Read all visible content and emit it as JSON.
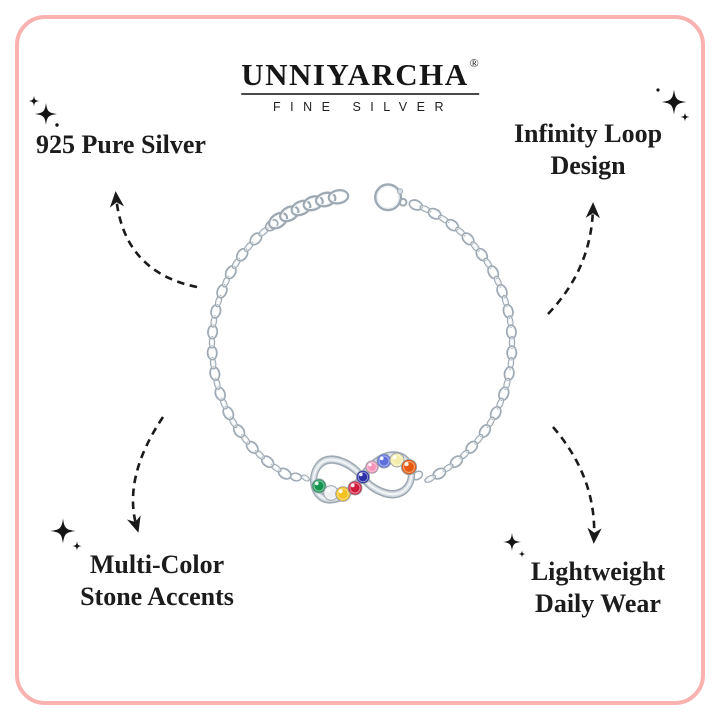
{
  "brand": {
    "name": "UNNIYARCHA",
    "registered_mark": "®",
    "tagline": "FINE SILVER"
  },
  "features": [
    {
      "id": "pure-silver",
      "lines": [
        "925 Pure Silver",
        ""
      ]
    },
    {
      "id": "infinity-loop",
      "lines": [
        "Infinity Loop",
        "Design"
      ]
    },
    {
      "id": "stone-accents",
      "lines": [
        "Multi-Color",
        "Stone Accents"
      ]
    },
    {
      "id": "daily-wear",
      "lines": [
        "Lightweight",
        "Daily Wear"
      ]
    }
  ],
  "product": {
    "type": "silver chain bracelet with infinity charm",
    "charm": "infinity-symbol",
    "stones": [
      {
        "name": "green",
        "hex": "#14934F"
      },
      {
        "name": "white",
        "hex": "#EDEFF2"
      },
      {
        "name": "yellow",
        "hex": "#F5C11E"
      },
      {
        "name": "red",
        "hex": "#D01A3C"
      },
      {
        "name": "royal-blue",
        "hex": "#2D2FA6"
      },
      {
        "name": "pink",
        "hex": "#F394B8"
      },
      {
        "name": "periwinkle",
        "hex": "#5F6FDE"
      },
      {
        "name": "pale-yellow",
        "hex": "#F3ECA9"
      },
      {
        "name": "orange",
        "hex": "#E6590E"
      }
    ],
    "metal": {
      "dark": "#9EA9B4",
      "mid": "#D6DCE2",
      "light": "#F3F6F8"
    }
  },
  "colors": {
    "background": "#FFFFFF",
    "frame_border": "#F9B2AF",
    "text": "#1C1C1C",
    "accent_dark": "#141414"
  }
}
